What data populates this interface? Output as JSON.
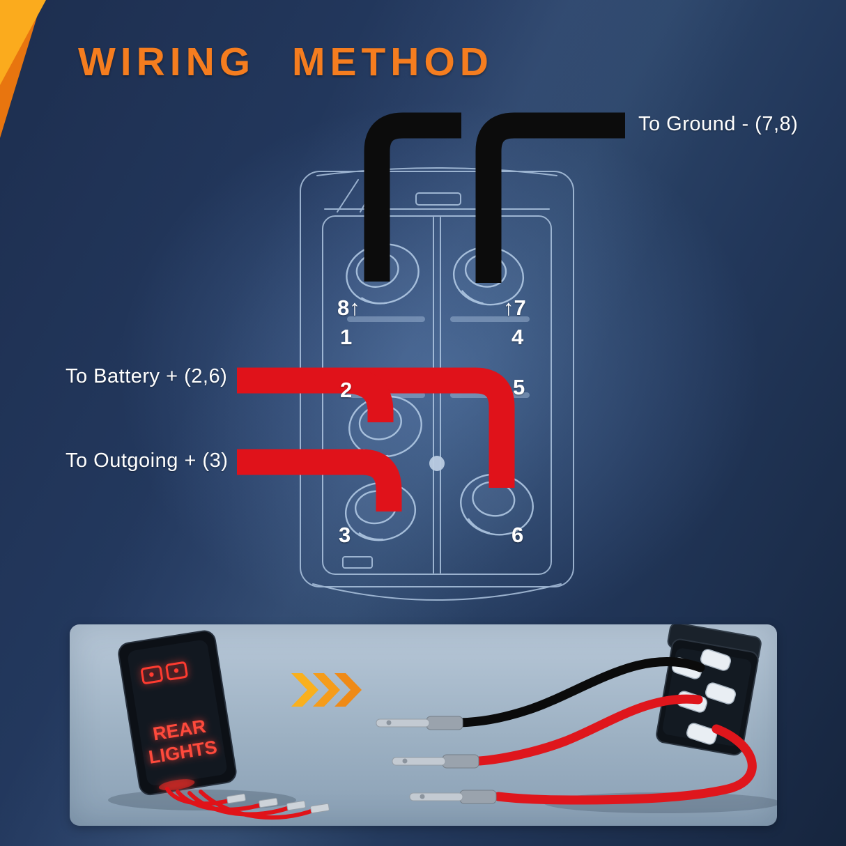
{
  "title": "WIRING METHOD",
  "labels": {
    "ground": "To Ground - (7,8)",
    "battery": "To Battery + (2,6)",
    "outgoing": "To Outgoing + (3)"
  },
  "terminals": {
    "t8": "8↑",
    "t7": "↑7",
    "t1": "1",
    "t4": "4",
    "t2": "2",
    "t5": "5",
    "t3": "3",
    "t6": "6"
  },
  "product": {
    "line1": "REAR",
    "line2": "LIGHTS"
  },
  "colors": {
    "accent_orange": "#F5821F",
    "wire_red": "#E0121A",
    "wire_black": "#0C0C0C",
    "outline_blue": "#B9D0EA",
    "label_white": "#FFFFFF"
  }
}
